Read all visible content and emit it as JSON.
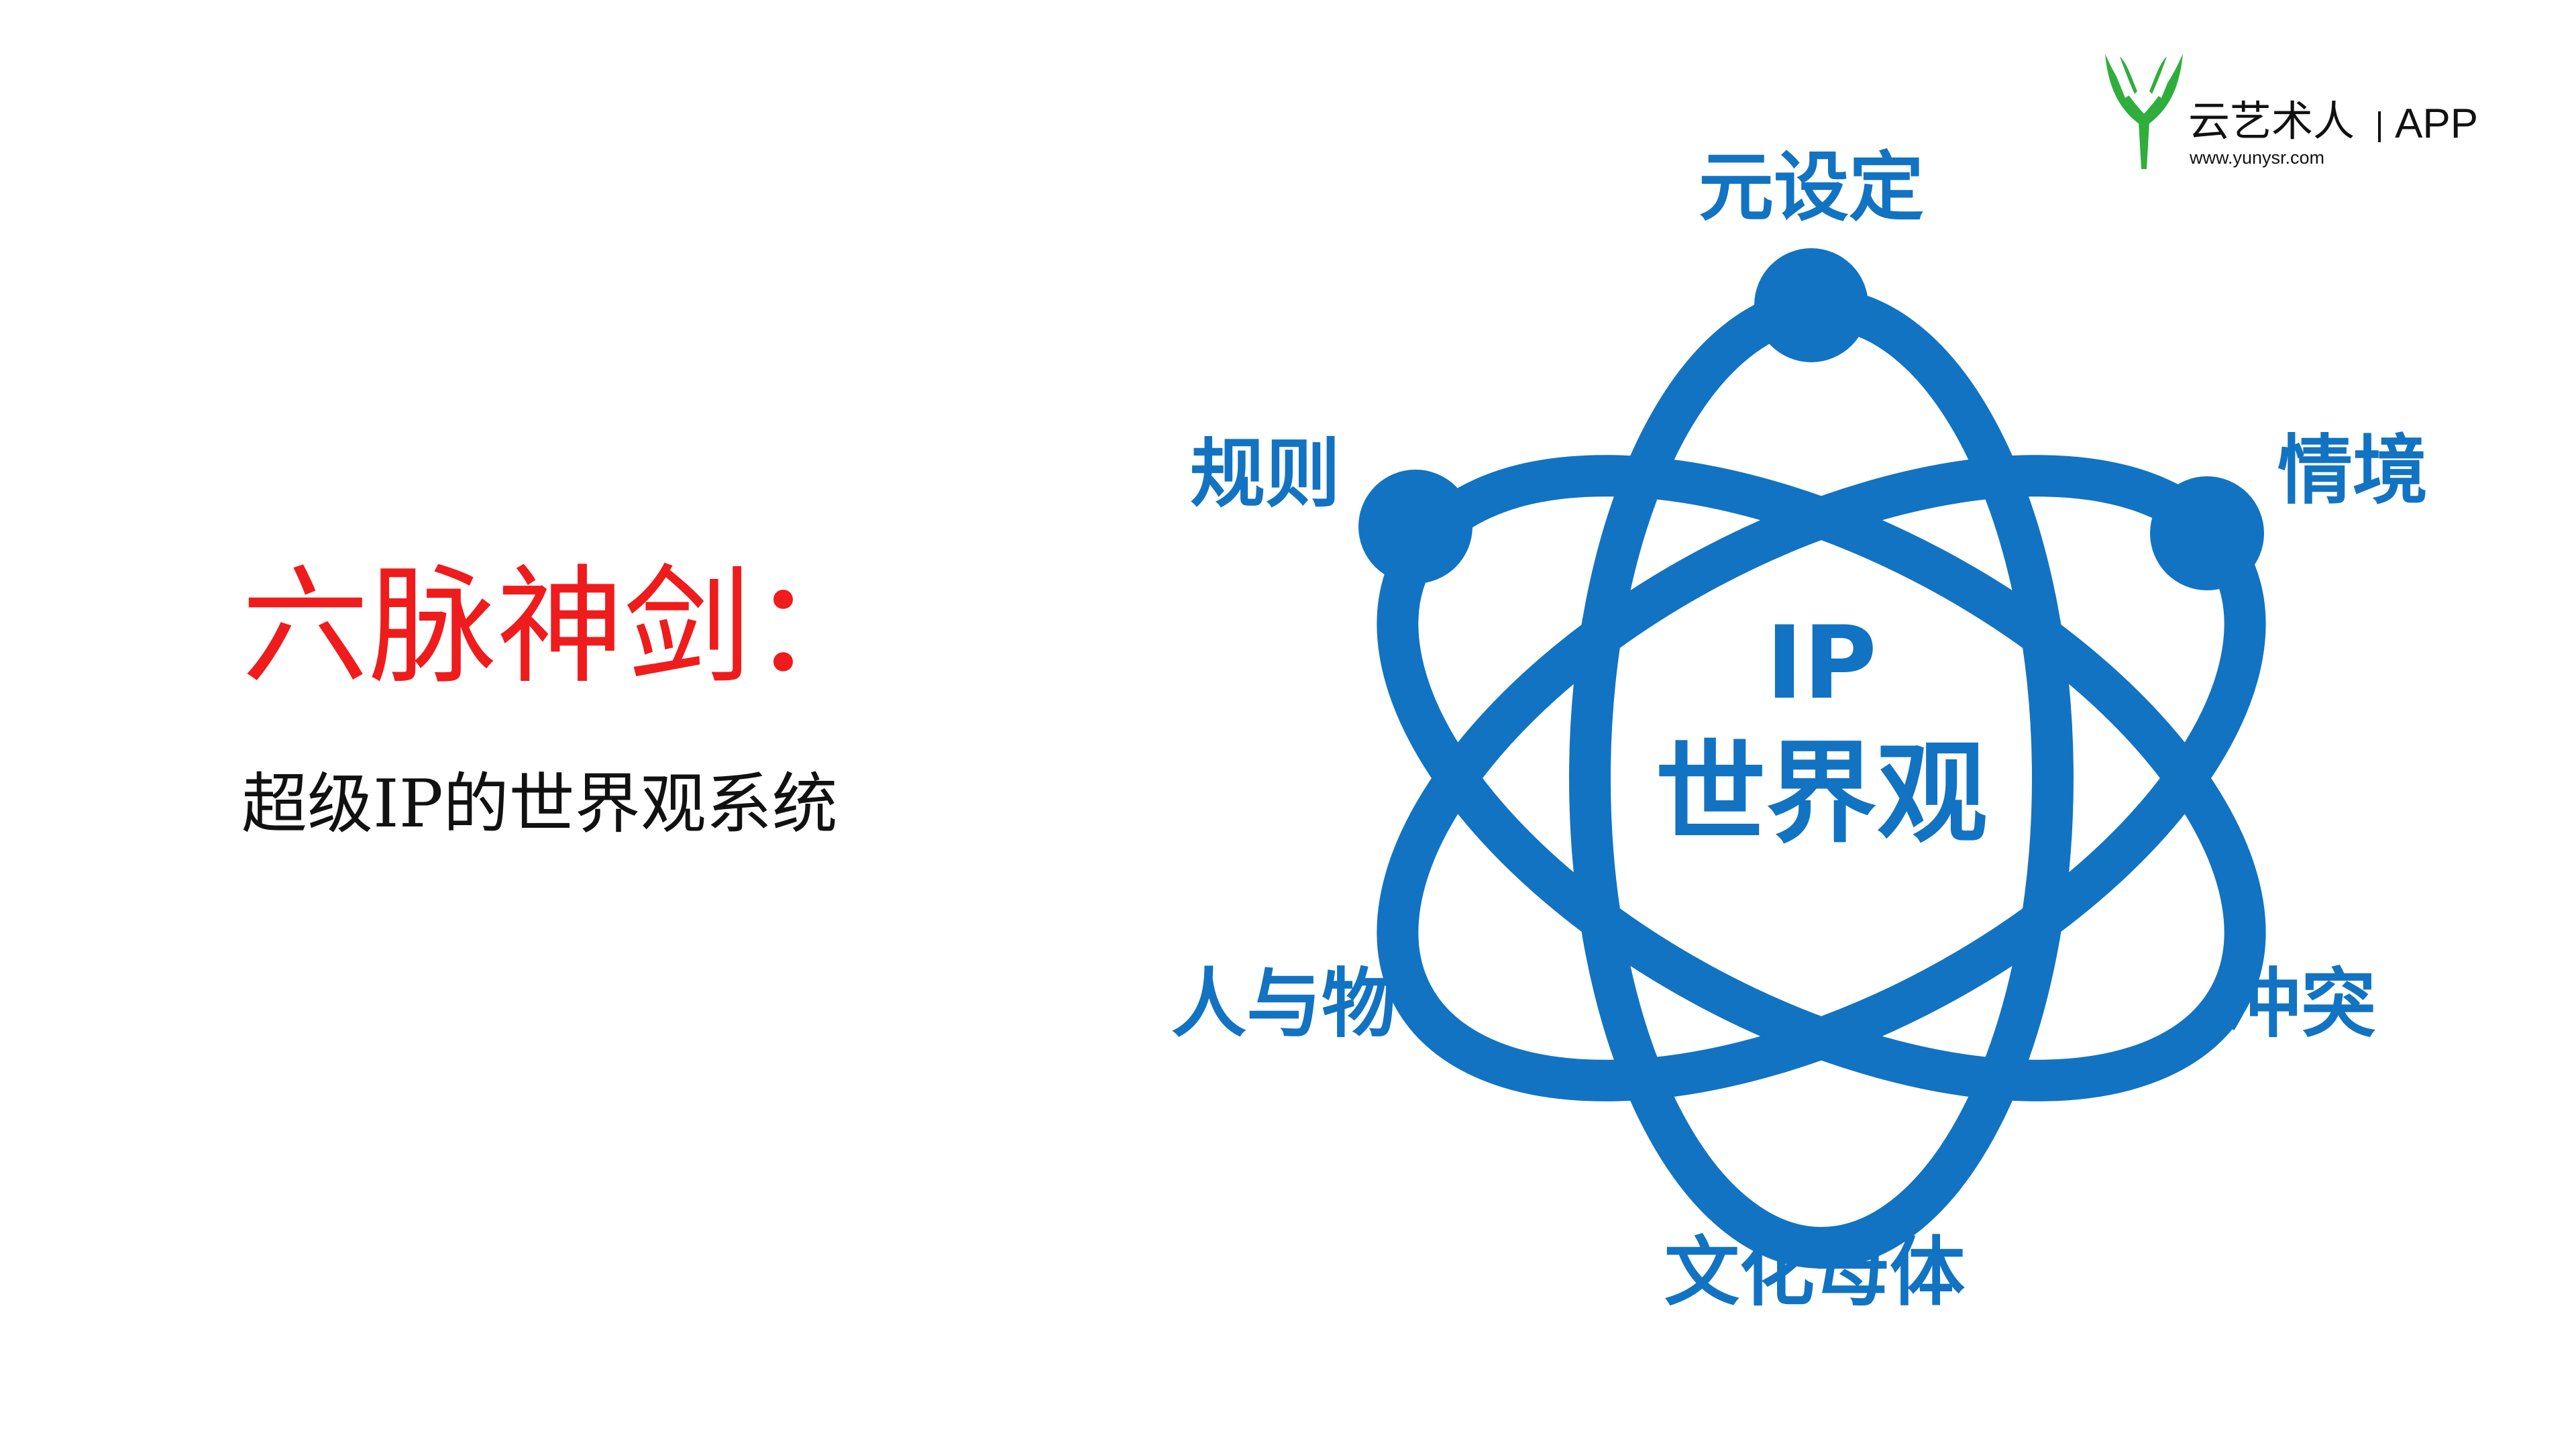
{
  "title": "六脉神剑：",
  "subtitle": "超级IP的世界观系统",
  "logo": {
    "name": "云艺术人",
    "app": "APP",
    "url": "www.yunysr.com",
    "brand_color": "#2fae3c"
  },
  "diagram": {
    "center_line1": "IP",
    "center_line2": "世界观",
    "color": "#1273c2",
    "nodes": [
      {
        "id": "top",
        "label": "元设定"
      },
      {
        "id": "upper-right",
        "label": "情境"
      },
      {
        "id": "lower-right",
        "label": "冲突"
      },
      {
        "id": "bottom",
        "label": "文化母体"
      },
      {
        "id": "lower-left",
        "label": "人与物"
      },
      {
        "id": "upper-left",
        "label": "规则"
      }
    ]
  },
  "colors": {
    "title": "#ee1c1c",
    "text": "#111111",
    "background": "#ffffff"
  }
}
